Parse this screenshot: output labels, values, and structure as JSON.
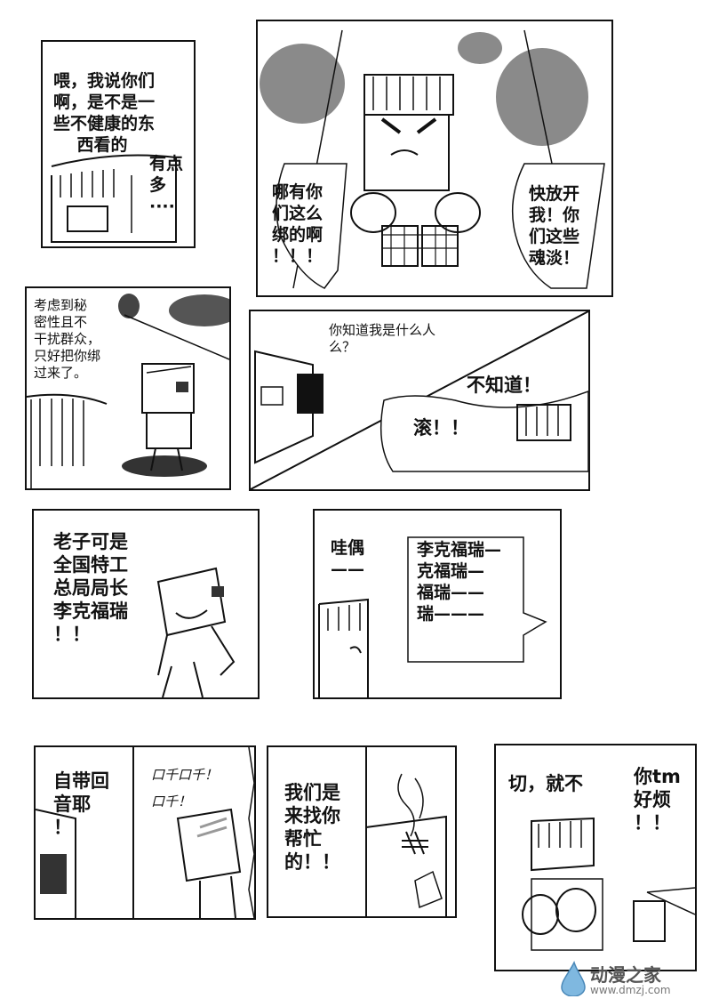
{
  "panels": [
    {
      "id": "p1",
      "texts": [
        "喂，我说你们\n啊，是不是一\n些不健康的东\n    西看的",
        "有点\n多\n····"
      ]
    },
    {
      "id": "p2",
      "texts": [
        "哪有你\n们这么\n绑的啊\n！！！",
        "快放开\n我！你\n们这些\n魂淡！"
      ]
    },
    {
      "id": "p3",
      "texts": [
        "考虑到秘\n密性且不\n干扰群众，\n只好把你绑\n过来了。"
      ]
    },
    {
      "id": "p4",
      "texts": [
        "你知道我是什么人\n么？",
        "不知道！",
        "滚！！"
      ]
    },
    {
      "id": "p5",
      "texts": [
        "老子可是\n全国特工\n总局局长\n李克福瑞\n！！"
      ]
    },
    {
      "id": "p6",
      "texts": [
        "哇偶\n——",
        "李克福瑞—\n克福瑞—\n福瑞——\n瑞———"
      ]
    },
    {
      "id": "p7",
      "texts": [
        "自带回\n音耶\n！",
        "口千口千！",
        "口千！"
      ]
    },
    {
      "id": "p8",
      "texts": [
        "我们是\n来找你\n帮忙\n的！！"
      ]
    },
    {
      "id": "p9",
      "texts": [
        "切，就不",
        "你tm\n好烦\n！！"
      ]
    }
  ],
  "watermark": {
    "name": "动漫之家",
    "url": "www.dmzj.com"
  }
}
